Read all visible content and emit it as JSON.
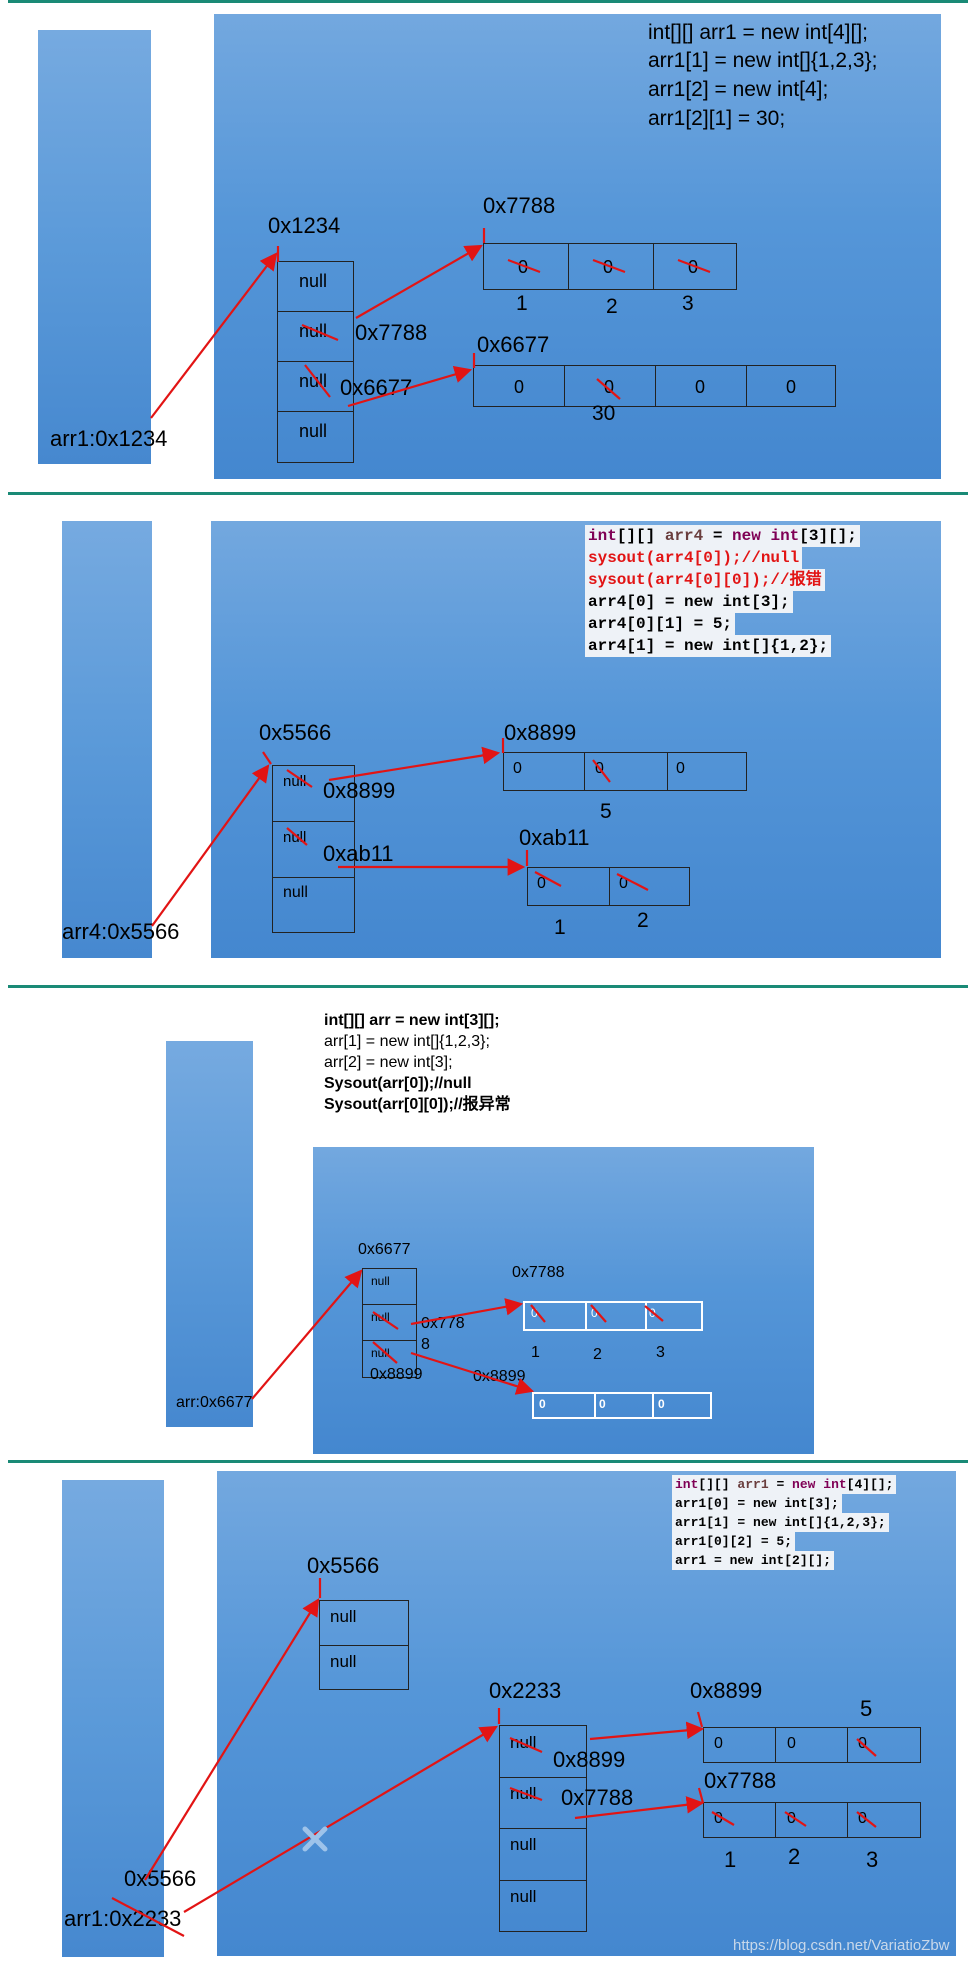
{
  "panel1": {
    "stack_label": "arr1:0x1234",
    "code": [
      "int[][] arr1 = new int[4][];",
      "arr1[1] = new int[]{1,2,3};",
      "arr1[2] = new int[4];",
      "arr1[2][1] = 30;"
    ],
    "outer_addr": "0x1234",
    "outer_cells": [
      "null",
      "null",
      "null",
      "null"
    ],
    "ref1": "0x7788",
    "ref2": "0x6677",
    "arrA_addr": "0x7788",
    "arrA_cells": [
      "0",
      "0",
      "0"
    ],
    "arrA_new": [
      "1",
      "2",
      "3"
    ],
    "arrB_addr": "0x6677",
    "arrB_cells": [
      "0",
      "0",
      "0",
      "0"
    ],
    "arrB_new": "30"
  },
  "panel2": {
    "stack_label": "arr4:0x5566",
    "code": [
      {
        "kw": "int",
        "rest": "[][] ",
        "var": "arr4",
        "rest2": " = ",
        "kw2": "new",
        "kw3": " int",
        "rest3": "[3][];"
      },
      "sysout(arr4[0]);//null",
      "sysout(arr4[0][0]);//报错",
      "arr4[0] = new int[3];",
      "arr4[0][1] = 5;",
      "arr4[1] = new int[]{1,2};"
    ],
    "outer_addr": "0x5566",
    "outer_cells": [
      "null",
      "null",
      "null"
    ],
    "ref1": "0x8899",
    "ref2": "0xab11",
    "arrA_addr": "0x8899",
    "arrA_cells": [
      "0",
      "0",
      "0"
    ],
    "arrA_new": "5",
    "arrB_addr": "0xab11",
    "arrB_cells": [
      "0",
      "0"
    ],
    "arrB_new": [
      "1",
      "2"
    ]
  },
  "panel3": {
    "code": [
      "int[][] arr = new int[3][];",
      "arr[1] = new int[]{1,2,3};",
      "arr[2] = new int[3];",
      "Sysout(arr[0]);//null",
      "Sysout(arr[0][0]);//报异常"
    ],
    "stack_label": "arr:0x6677",
    "outer_addr": "0x6677",
    "outer_cells": [
      "null",
      "null",
      "null"
    ],
    "ref1a": "0x778",
    "ref1b": "8",
    "ref2": "0x8899",
    "arrA_addr": "0x7788",
    "arrA_cells": [
      "0",
      "0",
      "0"
    ],
    "arrA_new": [
      "1",
      "2",
      "3"
    ],
    "arrB_addr": "0x8899",
    "arrB_cells": [
      "0",
      "0",
      "0"
    ]
  },
  "panel4": {
    "code": [
      "int[][] arr1 = new int[4][];",
      "arr1[0] = new int[3];",
      "arr1[1] = new int[]{1,2,3};",
      "arr1[0][2] = 5;",
      "arr1 = new int[2][];"
    ],
    "old_ref": "0x5566",
    "stack_label": "arr1:0x2233",
    "new_addr": "0x5566",
    "new_cells": [
      "null",
      "null"
    ],
    "outer_addr": "0x2233",
    "outer_cells": [
      "null",
      "null",
      "null",
      "null"
    ],
    "ref1": "0x8899",
    "ref2": "0x7788",
    "arrA_addr": "0x8899",
    "arrA_cells": [
      "0",
      "0",
      "0"
    ],
    "arrA_new": "5",
    "arrB_addr": "0x7788",
    "arrB_cells": [
      "0",
      "0",
      "0"
    ],
    "arrB_new": [
      "1",
      "2",
      "3"
    ]
  },
  "watermark": "https://blog.csdn.net/VariatioZbw",
  "colors": {
    "arrow": "#e21414",
    "heap": "#5596d8",
    "divider": "#1a8a76"
  }
}
